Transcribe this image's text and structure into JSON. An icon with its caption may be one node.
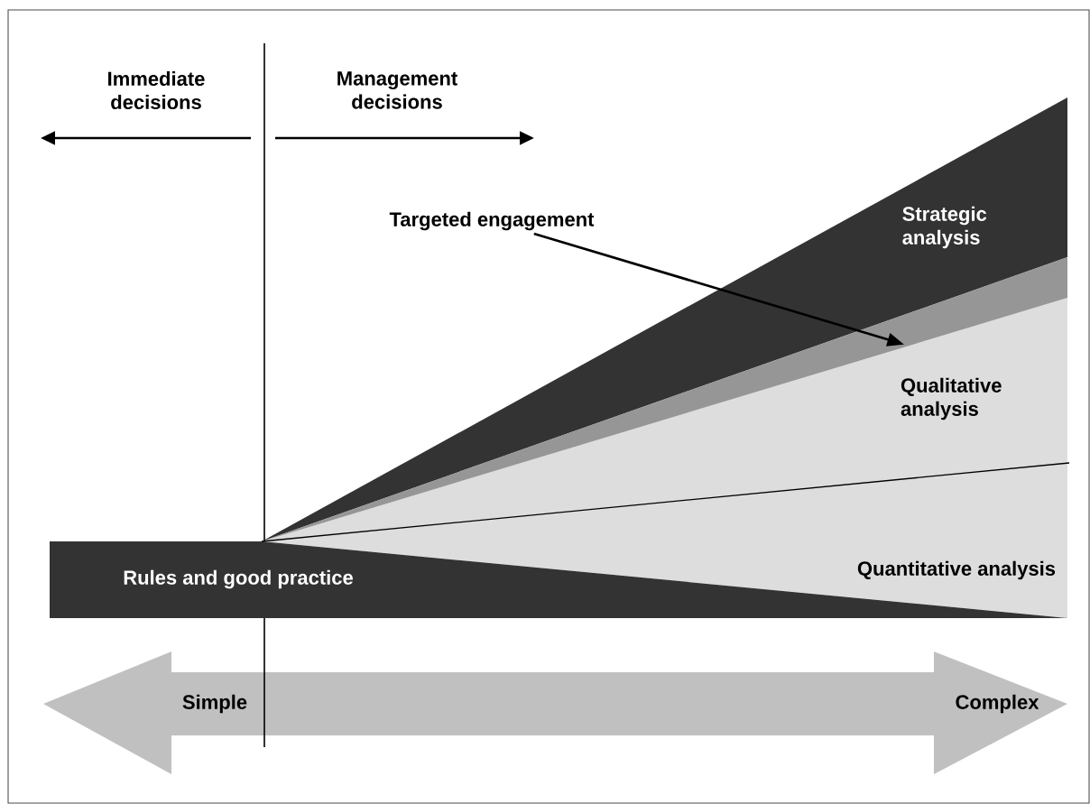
{
  "diagram": {
    "nodes": [
      {
        "text": [
          "Targeted engagement"
        ]
      },
      {
        "text": [
          "Strategic analysis"
        ]
      },
      {
        "text": [],
        "shape": "band"
      },
      {
        "text": [
          "Qualitative analysis"
        ]
      },
      {
        "text": [
          "Quantitative analysis"
        ]
      },
      {
        "text": [
          "Rules and good practice"
        ]
      },
      {
        "text": [
          "Simple",
          "Complex"
        ]
      }
    ],
    "edges": [
      {
        "from": 0,
        "to": 2,
        "arrow": "to"
      }
    ],
    "labels": [
      "Immediate decisions",
      "Management decisions"
    ]
  }
}
